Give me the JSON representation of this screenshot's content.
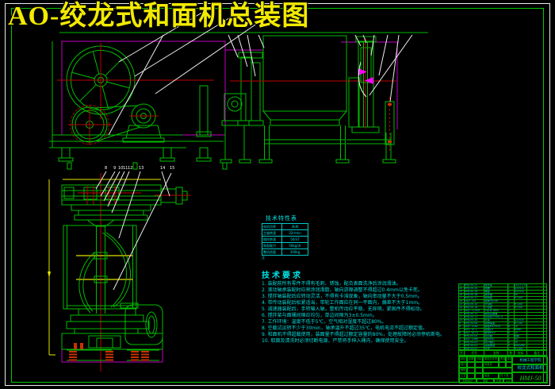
{
  "title": "AO-绞龙式和面机总装图",
  "colors": {
    "background": "#000000",
    "frame_outer": "#ededed",
    "frame_inner": "#00c800",
    "drawing_green": "#00bd00",
    "centerline_red": "#c00000",
    "boundary_magenta": "#c000c0",
    "dimension_yellow": "#e9e900",
    "text_cyan": "#00dcdc"
  },
  "tech_table": {
    "title": "技术特性表",
    "rows": [
      {
        "k": "电机功率",
        "v": "3kW"
      },
      {
        "k": "主轴转速",
        "v": "32r/min"
      },
      {
        "k": "搅拌转速",
        "v": "50/37"
      },
      {
        "k": "和面能力",
        "v": "50kg/次"
      },
      {
        "k": "整机质量",
        "v": "300kg"
      }
    ],
    "note": "注"
  },
  "tech_requirements": {
    "title": "技术要求",
    "items": [
      "1. 装配前所有零件不得有毛刺、锈蚀，配合表面洗净后涂润滑油。",
      "2. 滚动轴承装配时应预涂润滑脂，轴向游隙调整不得超过0.4mm以免卡死。",
      "3. 搅拌轴装配后应转动灵活，不得有卡滞现象，轴向串动量不大于0.5mm。",
      "4. 带传动装配后松紧适当，带轮工作面应在同一平面内，偏差不大于1mm。",
      "5. 减速器装配后，手转输入轴，整机传动应平稳、无异响，紧固件不得松动。",
      "6. 搅拌桨与面桶间隙应均匀，单边间隙为3±0.5mm。",
      "7. 工作环境：温度不低于5℃，空气相对湿度不超过80%。",
      "8. 空载试运转不少于30min，轴承温升不超过35℃，电机电流不超过额定值。",
      "9. 和面机不得超载使用，装面量不得超过额定容量的80%，处理故障时必须停机断电。",
      "10. 取面及清洗时必须切断电源，严禁将手伸入桶内，确保使用安全。"
    ]
  },
  "section_callouts": [
    "8",
    "9",
    "10",
    "11",
    "12",
    "13",
    "14",
    "15"
  ],
  "bom": {
    "header": [
      "序号",
      "代号",
      "名称",
      "数量",
      "材料",
      "备注"
    ],
    "rows": [
      {
        "n": "21",
        "code": "HMJ-50-21",
        "name": "搅拌桨",
        "qty": "1",
        "mat": "ZG270-500",
        "note": ""
      },
      {
        "n": "20",
        "code": "HMJ-50-20",
        "name": "面桶",
        "qty": "1",
        "mat": "Q235-A",
        "note": ""
      },
      {
        "n": "19",
        "code": "HMJ-50-19",
        "name": "桶盖",
        "qty": "1",
        "mat": "Q235-A",
        "note": ""
      },
      {
        "n": "18",
        "code": "HMJ-50-18",
        "name": "搅拌轴",
        "qty": "1",
        "mat": "45",
        "note": ""
      },
      {
        "n": "17",
        "code": "HMJ-50-17",
        "name": "轴承座",
        "qty": "2",
        "mat": "HT200",
        "note": ""
      },
      {
        "n": "16",
        "code": "GB/T 297",
        "name": "轴承30206",
        "qty": "2",
        "mat": "",
        "note": ""
      },
      {
        "n": "15",
        "code": "HMJ-50-15",
        "name": "大带轮",
        "qty": "1",
        "mat": "HT200",
        "note": ""
      },
      {
        "n": "14",
        "code": "HMJ-50-14",
        "name": "小带轮",
        "qty": "1",
        "mat": "HT200",
        "note": ""
      },
      {
        "n": "13",
        "code": "GB/T 11544",
        "name": "V带 B-1600",
        "qty": "2",
        "mat": "",
        "note": ""
      },
      {
        "n": "12",
        "code": "HMJ-50-12",
        "name": "蜗轮减速器",
        "qty": "1",
        "mat": "",
        "note": ""
      },
      {
        "n": "11",
        "code": "HMJ-50-11",
        "name": "电动机Y100L-4",
        "qty": "1",
        "mat": "",
        "note": ""
      },
      {
        "n": "10",
        "code": "HMJ-50-10",
        "name": "机架",
        "qty": "1",
        "mat": "Q235-A",
        "note": ""
      },
      {
        "n": "9",
        "code": "HMJ-50-09",
        "name": "轴承端盖",
        "qty": "2",
        "mat": "HT150",
        "note": ""
      },
      {
        "n": "8",
        "code": "GB/T 5782",
        "name": "螺栓M10×35",
        "qty": "8",
        "mat": "35",
        "note": ""
      },
      {
        "n": "7",
        "code": "GB/T 97.1",
        "name": "垫圈10",
        "qty": "8",
        "mat": "65Mn",
        "note": ""
      },
      {
        "n": "6",
        "code": "GB/T 6170",
        "name": "螺母M10",
        "qty": "8",
        "mat": "35",
        "note": ""
      },
      {
        "n": "5",
        "code": "HMJ-50-05",
        "name": "密封圈",
        "qty": "2",
        "mat": "橡胶",
        "note": ""
      },
      {
        "n": "4",
        "code": "GB/T 1096",
        "name": "键8×40",
        "qty": "2",
        "mat": "45",
        "note": ""
      },
      {
        "n": "3",
        "code": "HMJ-50-03",
        "name": "调节螺钉",
        "qty": "4",
        "mat": "35",
        "note": ""
      },
      {
        "n": "2",
        "code": "HMJ-50-02",
        "name": "减振弹簧",
        "qty": "4",
        "mat": "60Si2Mn",
        "note": ""
      },
      {
        "n": "1",
        "code": "HMJ-50-01",
        "name": "底座",
        "qty": "1",
        "mat": "HT200",
        "note": ""
      }
    ]
  },
  "title_block": {
    "mark": "标记",
    "count": "处数",
    "zone": "分区",
    "change_file": "更改文件号",
    "sign": "签名",
    "date": "年月日",
    "design": "设计",
    "standard": "标准化",
    "check": "审核",
    "process": "工艺",
    "approve": "批准",
    "stage_mark": "阶段标记",
    "weight": "重量",
    "scale_label": "比例",
    "scale_value": "1:4",
    "sheets": "共 1 张",
    "sheet_no": "第 1 张",
    "school": "机械工程学院",
    "project": "绞龙式和面机",
    "drawing_no": "HMJ-50"
  }
}
